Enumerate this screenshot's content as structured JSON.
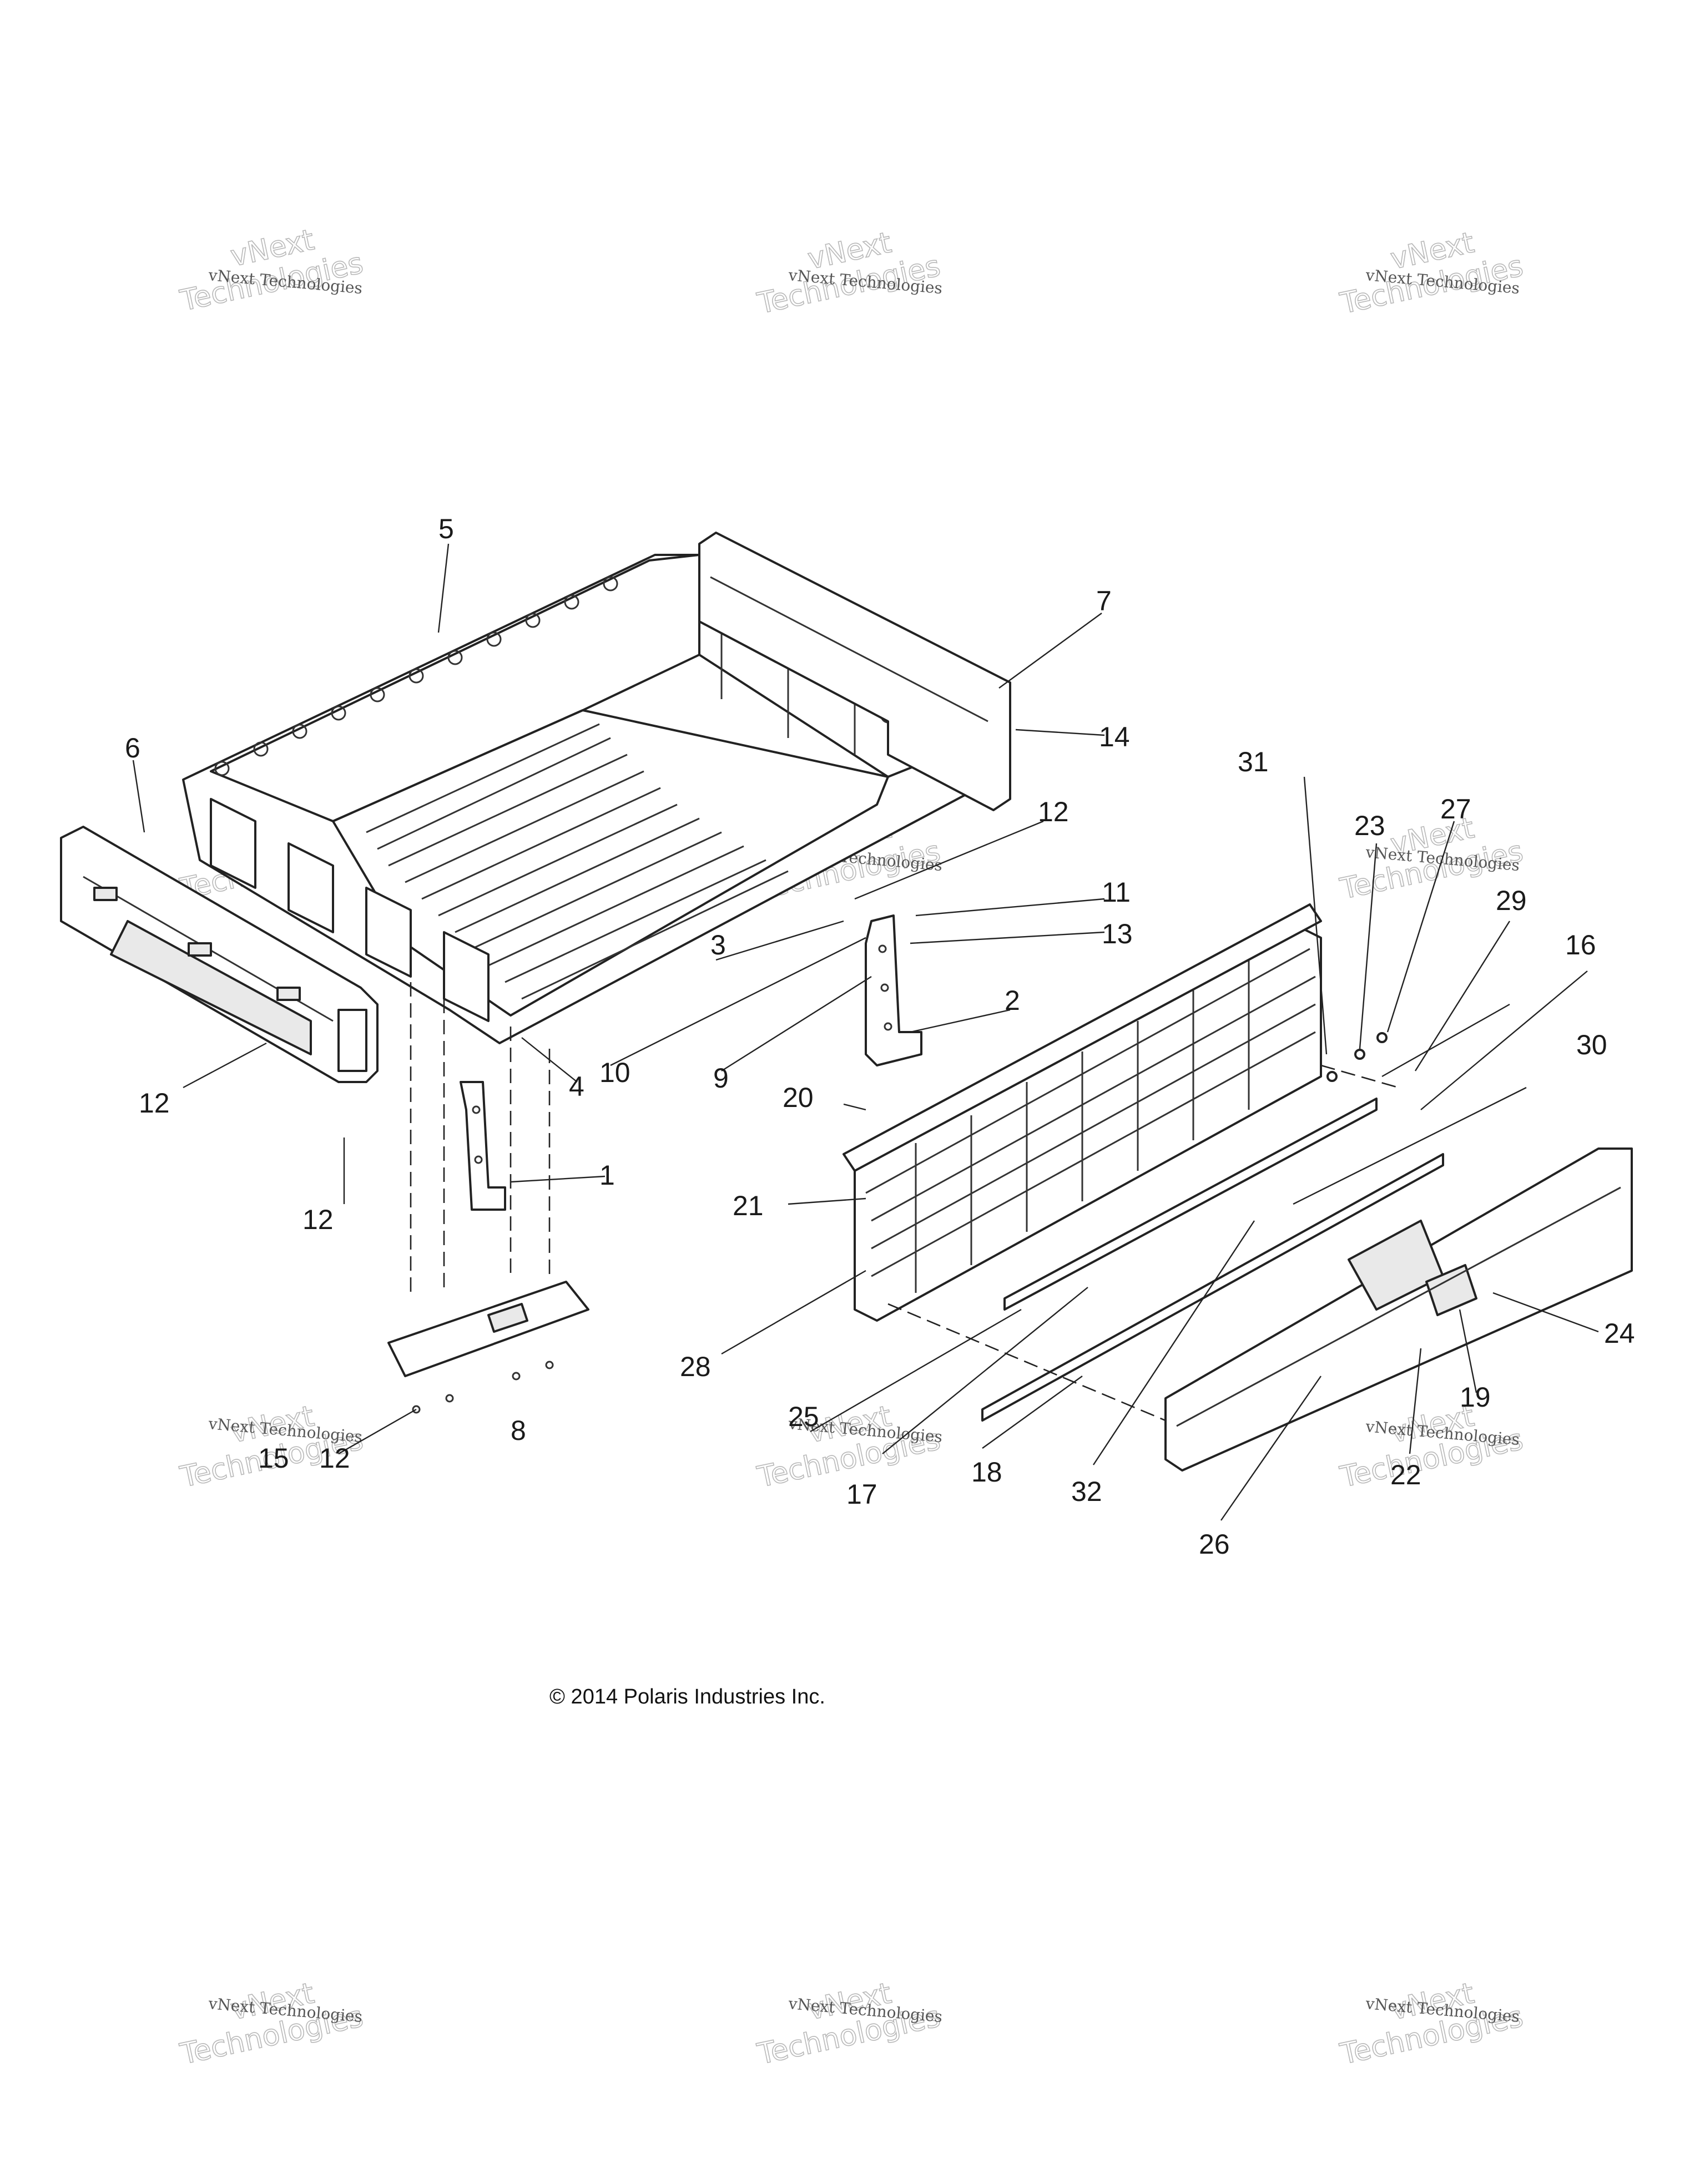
{
  "diagram": {
    "copyright": "© 2014 Polaris Industries Inc.",
    "watermark": {
      "line1": "vNext Technologies",
      "line2": "vNext",
      "line3": "Technologies"
    },
    "callouts": [
      {
        "id": "c1",
        "label": "5"
      },
      {
        "id": "c2",
        "label": "7"
      },
      {
        "id": "c3",
        "label": "14"
      },
      {
        "id": "c4",
        "label": "6"
      },
      {
        "id": "c5",
        "label": "12"
      },
      {
        "id": "c6",
        "label": "11"
      },
      {
        "id": "c7",
        "label": "13"
      },
      {
        "id": "c8",
        "label": "3"
      },
      {
        "id": "c9",
        "label": "2"
      },
      {
        "id": "c10",
        "label": "10"
      },
      {
        "id": "c11",
        "label": "9"
      },
      {
        "id": "c12",
        "label": "4"
      },
      {
        "id": "c13",
        "label": "12"
      },
      {
        "id": "c14",
        "label": "12"
      },
      {
        "id": "c15",
        "label": "1"
      },
      {
        "id": "c16",
        "label": "15"
      },
      {
        "id": "c17",
        "label": "12"
      },
      {
        "id": "c18",
        "label": "8"
      },
      {
        "id": "c19",
        "label": "31"
      },
      {
        "id": "c20",
        "label": "23"
      },
      {
        "id": "c21",
        "label": "27"
      },
      {
        "id": "c22",
        "label": "29"
      },
      {
        "id": "c23",
        "label": "16"
      },
      {
        "id": "c24",
        "label": "30"
      },
      {
        "id": "c25",
        "label": "20"
      },
      {
        "id": "c26",
        "label": "21"
      },
      {
        "id": "c27",
        "label": "28"
      },
      {
        "id": "c28",
        "label": "25"
      },
      {
        "id": "c29",
        "label": "17"
      },
      {
        "id": "c30",
        "label": "18"
      },
      {
        "id": "c31",
        "label": "32"
      },
      {
        "id": "c32",
        "label": "26"
      },
      {
        "id": "c33",
        "label": "24"
      },
      {
        "id": "c34",
        "label": "19"
      },
      {
        "id": "c35",
        "label": "22"
      }
    ]
  }
}
